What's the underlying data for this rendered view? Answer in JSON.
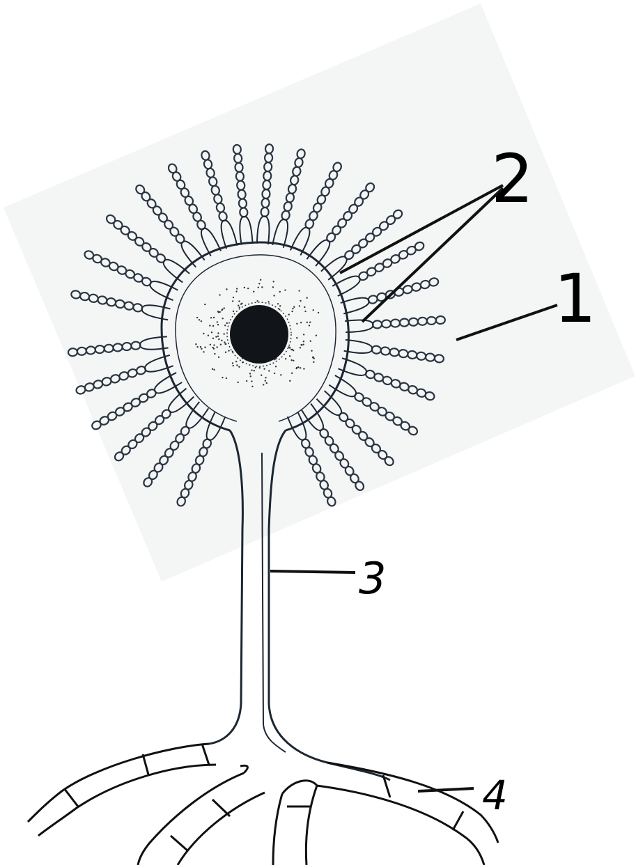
{
  "labels": {
    "label_1": "1",
    "label_2": "2",
    "label_3": "3",
    "label_4": "4"
  },
  "colors": {
    "background": "#ffffff",
    "panel": "#f4f5f5",
    "ink": "#1c2733",
    "bead": "#2a3542",
    "nucleus": "#111418"
  }
}
